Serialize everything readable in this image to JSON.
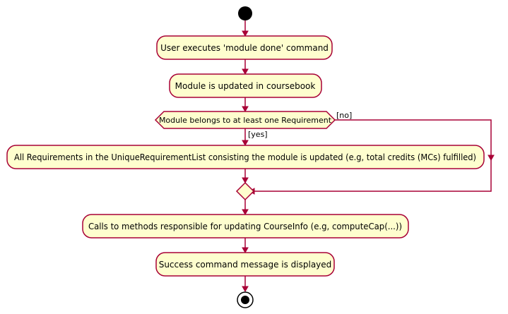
{
  "diagram": {
    "nodes": {
      "execute": "User executes 'module done' command",
      "update_coursebook": "Module is updated in coursebook",
      "decision": "Module belongs to at least one Requirement",
      "update_requirements": "All Requirements in the UniqueRequirementList consisting the module is updated (e.g, total credits (MCs) fulfilled)",
      "calls": "Calls to methods responsible for updating CourseInfo (e.g, computeCap(...))",
      "success": "Success command message is displayed"
    },
    "guards": {
      "yes": "[yes]",
      "no": "[no]"
    },
    "colors": {
      "activity_fill": "#FEFECE",
      "border": "#A80036",
      "node_black": "#000000"
    }
  }
}
